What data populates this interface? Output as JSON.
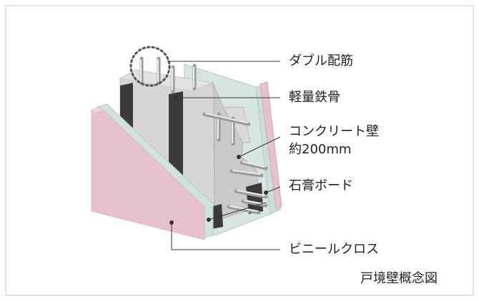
{
  "labels": {
    "double_rebar": "ダブル配筋",
    "light_steel": "軽量鉄骨",
    "concrete_wall_line1": "コンクリート壁",
    "concrete_wall_line2": "約200mm",
    "gypsum_board": "石膏ボード",
    "vinyl_cloth": "ビニールクロス"
  },
  "caption": "戸境壁概念図",
  "colors": {
    "outline": "#e4e4e4",
    "pink": "#e6c3cc",
    "pink_edge": "#e3bac5",
    "concrete_front": "#d6d6d6",
    "concrete_side": "#c4c4c4",
    "concrete_top": "#dcdcdc",
    "steel": "#3b3b3b",
    "board_teal": "#c9dfdc",
    "leader": "#333333",
    "dot_ring": "#555555"
  }
}
